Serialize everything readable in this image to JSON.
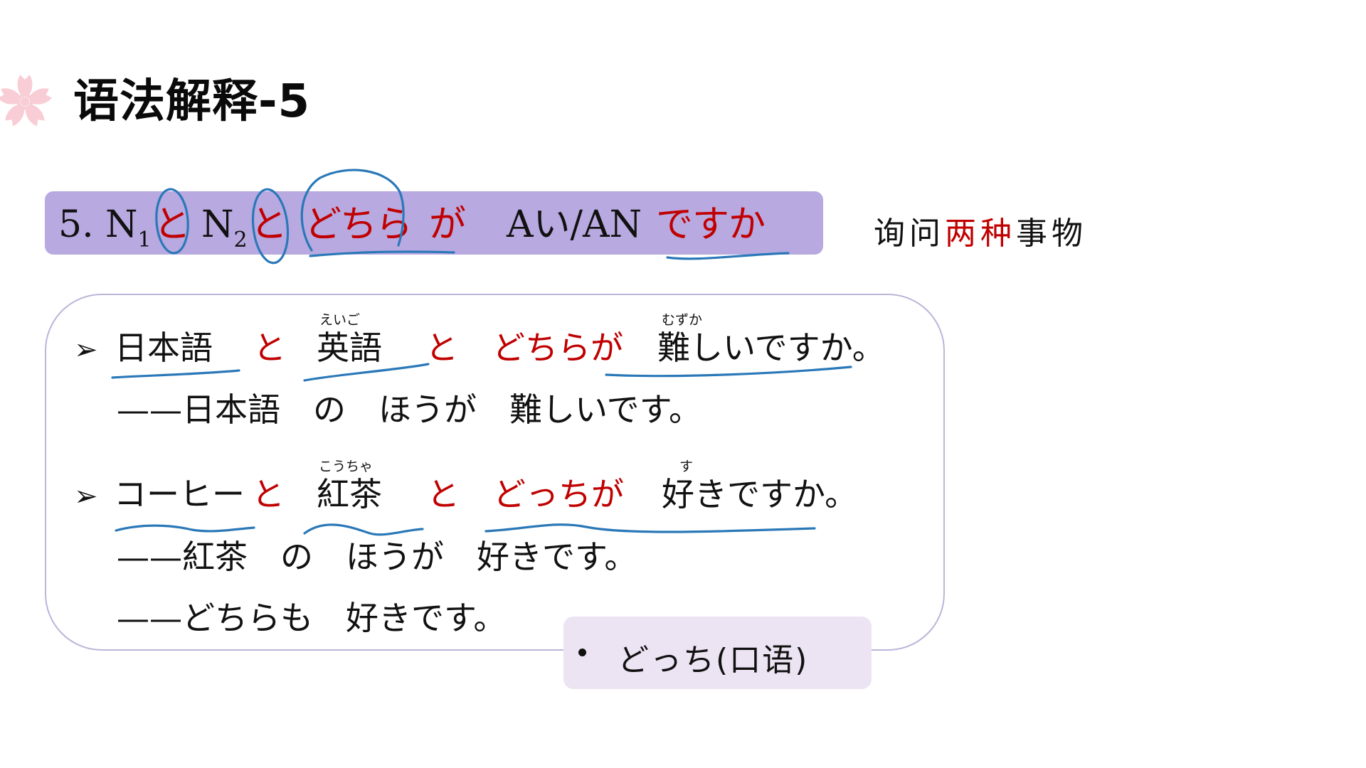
{
  "slide": {
    "title": "语法解释-5",
    "icon": "sakura-flower-icon"
  },
  "pattern": {
    "number": "5.",
    "n1": "N",
    "n1_sub": "1",
    "to1": "と",
    "n2": "N",
    "n2_sub": "2",
    "to2": "と",
    "dochira": "どちら",
    "ga": "が",
    "adj": "Aい/AN",
    "desuka": "ですか",
    "colors": {
      "highlight": "#c00000",
      "banner": "#b8a9e0",
      "ink": "#2a78b8"
    }
  },
  "side_note": {
    "part1": "询问",
    "part2_highlight": "两种",
    "part3": "事物"
  },
  "examples": [
    {
      "marker": "➢",
      "segments": {
        "a": "日本語",
        "to1": "と",
        "b": "英語",
        "b_furigana": "えいご",
        "to2": "と",
        "which": "どちらが",
        "pred": "難しいですか。",
        "pred_furigana": "むずか"
      },
      "answers": [
        "——日本語　の　ほうが　難しいです。"
      ]
    },
    {
      "marker": "➢",
      "segments": {
        "a": "コーヒー",
        "to1": "と",
        "b": "紅茶",
        "b_furigana": "こうちゃ",
        "to2": "と",
        "which": "どっちが",
        "pred": "好きですか。",
        "pred_furigana": "す"
      },
      "answers": [
        "——紅茶　の　ほうが　好きです。",
        "——どちらも　好きです。"
      ]
    }
  ],
  "callout": {
    "bullet": "•",
    "text": "どっち(口语)"
  }
}
